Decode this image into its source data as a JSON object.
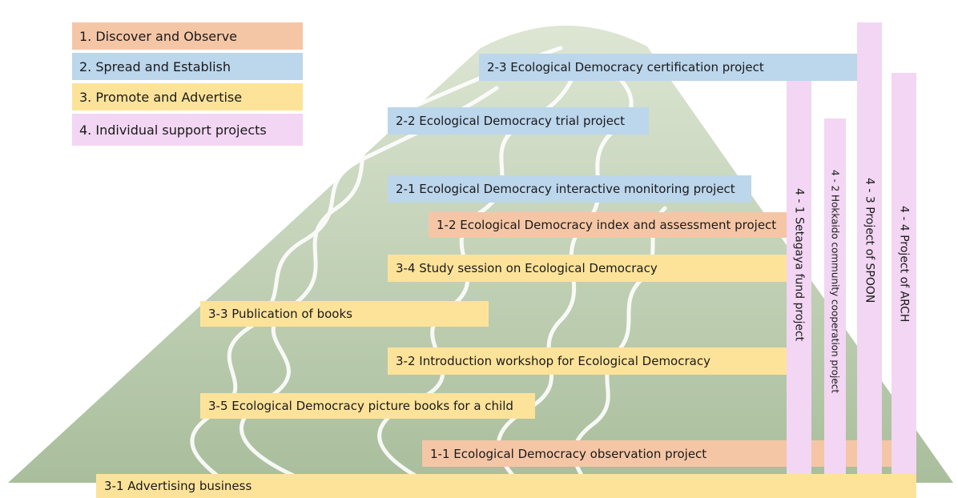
{
  "colors": {
    "discover": "#f5c6a6",
    "spread": "#bcd6ec",
    "promote": "#fde39a",
    "individual": "#f2d6f3",
    "mountain": "#c8d6bd"
  },
  "legend": [
    {
      "label": "1. Discover and Observe",
      "category": "discover"
    },
    {
      "label": "2. Spread and Establish",
      "category": "spread"
    },
    {
      "label": "3. Promote and Advertise",
      "category": "promote"
    },
    {
      "label": "4. Individual support projects",
      "category": "individual"
    }
  ],
  "projects": {
    "p2_3": "2-3 Ecological Democracy certification project",
    "p2_2": "2-2 Ecological Democracy trial project",
    "p2_1": "2-1 Ecological Democracy interactive monitoring project",
    "p1_2": "1-2 Ecological Democracy index and assessment project",
    "p3_4": "3-4 Study session on Ecological Democracy",
    "p3_3": "3-3 Publication of books",
    "p3_2": "3-2 Introduction workshop for Ecological Democracy",
    "p3_5": "3-5 Ecological Democracy picture books for a child",
    "p1_1": "1-1 Ecological Democracy observation project",
    "p3_1": "3-1 Advertising business"
  },
  "individual": {
    "p4_1": "4 - 1 Setagaya fund project",
    "p4_2": "4 - 2 Hokkaido community cooperation project",
    "p4_3": "4 - 3 Project of SPOON",
    "p4_4": "4 - 4 Project of ARCH"
  }
}
